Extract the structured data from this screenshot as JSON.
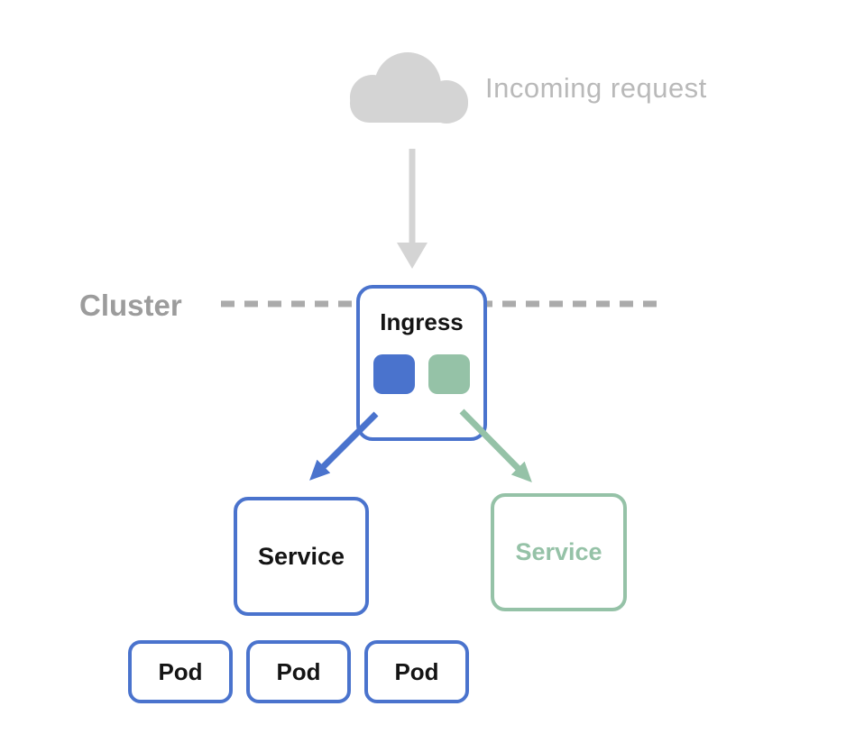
{
  "colors": {
    "background": "#ffffff",
    "blue": "#4a73cd",
    "green": "#95c2a7",
    "gray-icon": "#d4d4d4",
    "gray-text-light": "#b9b9b9",
    "gray-text": "#9c9c9c",
    "gray-dash": "#ababab",
    "text-dark": "#141414"
  },
  "labels": {
    "incoming_request": "Incoming request",
    "cluster": "Cluster"
  },
  "nodes": {
    "ingress": {
      "label": "Ingress"
    },
    "service_blue": {
      "label": "Service"
    },
    "service_green": {
      "label": "Service"
    },
    "pods": [
      {
        "label": "Pod"
      },
      {
        "label": "Pod"
      },
      {
        "label": "Pod"
      }
    ]
  }
}
